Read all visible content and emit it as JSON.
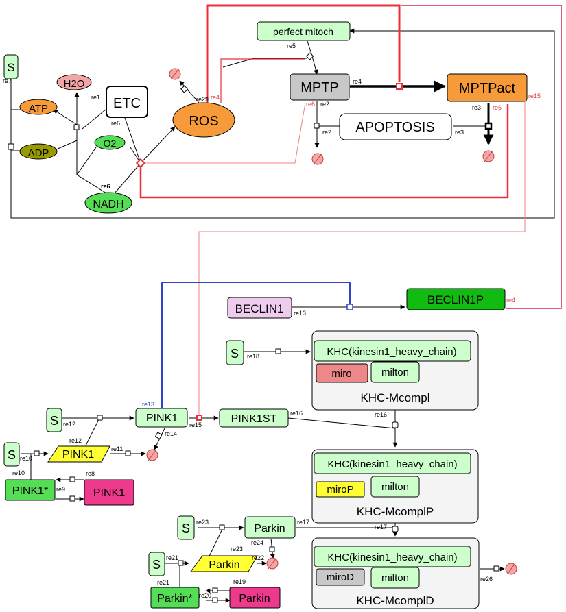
{
  "colors": {
    "light_green": "#ccffcc",
    "orange": "#f79a3a",
    "pink_oval": "#f4a6a6",
    "olive": "#999900",
    "gray": "#c8c8c8",
    "magenta": "#ee3a8c",
    "green_bright": "#55dd55",
    "green_dark": "#11bb11",
    "yellow": "#ffff33",
    "lavender": "#eeccee",
    "miro_red": "#ee8888",
    "red_edge": "#e8313a",
    "blue_edge": "#3344cc",
    "salmon_edge": "#f08080",
    "crimson_edge": "#dd2255"
  },
  "species": {
    "s_top": "S",
    "h2o": "H2O",
    "atp": "ATP",
    "adp": "ADP",
    "etc": "ETC",
    "o2": "O2",
    "nadh": "NADH",
    "ros": "ROS",
    "perfect_mitoch": "perfect mitoch",
    "mptp": "MPTP",
    "mptpact": "MPTPact",
    "apoptosis": "APOPTOSIS",
    "beclin1": "BECLIN1",
    "beclin1p": "BECLIN1P",
    "s_khc": "S",
    "s_pink": "S",
    "s_pink2": "S",
    "pink1_main": "PINK1",
    "pink1st": "PINK1ST",
    "pink1_para": "PINK1",
    "pink1_star": "PINK1*",
    "pink1_magenta": "PINK1",
    "s_parkin": "S",
    "s_parkin2": "S",
    "parkin_main": "Parkin",
    "parkin_para": "Parkin",
    "parkin_star": "Parkin*",
    "parkin_magenta": "Parkin"
  },
  "complexes": {
    "c1": {
      "khc": "KHC(kinesin1_heavy_chain)",
      "miro": "miro",
      "milton": "milton",
      "name": "KHC-Mcompl"
    },
    "c2": {
      "khc": "KHC(kinesin1_heavy_chain)",
      "miro": "miroP",
      "milton": "milton",
      "name": "KHC-McomplP"
    },
    "c3": {
      "khc": "KHC(kinesin1_heavy_chain)",
      "miro": "miroD",
      "milton": "milton",
      "name": "KHC-McomplD"
    }
  },
  "reactions": {
    "re7": "re7",
    "re1": "re1",
    "re6": "re6",
    "re6b": "re6",
    "re5": "re5",
    "re4a": "re4",
    "re4b": "re4",
    "re29": "re29",
    "re6red": "re6",
    "re2a": "re2",
    "re2b": "re2",
    "re3a": "re3",
    "re3b": "re3",
    "re6c": "re6",
    "re15a": "re15",
    "re4c": "re4",
    "re13a": "re13",
    "re18": "re18",
    "re16a": "re16",
    "re16b": "re16",
    "re12a": "re12",
    "re12b": "re12",
    "re13b": "re13",
    "re14": "re14",
    "re15b": "re15",
    "re11": "re11",
    "re10a": "re10",
    "re10b": "re10",
    "re8": "re8",
    "re9": "re9",
    "re17a": "re17",
    "re17b": "re17",
    "re23a": "re23",
    "re23b": "re23",
    "re24": "re24",
    "re22": "re22",
    "re21a": "re21",
    "re21b": "re21",
    "re19": "re19",
    "re20": "re20",
    "re26": "re26"
  }
}
